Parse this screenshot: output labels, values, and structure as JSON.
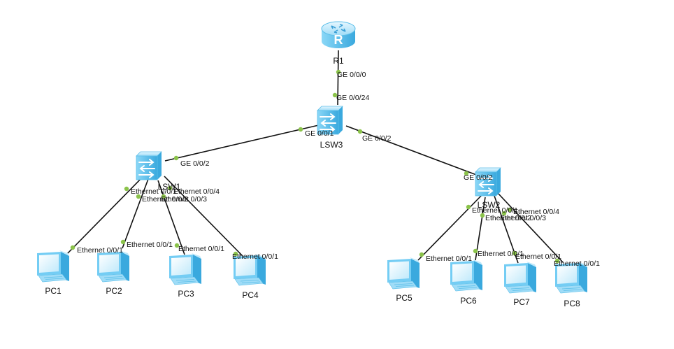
{
  "devices": [
    {
      "id": "R1",
      "label": "R1",
      "type": "router"
    },
    {
      "id": "LSW3",
      "label": "LSW3",
      "type": "switch"
    },
    {
      "id": "LSW1",
      "label": "LSW1",
      "type": "switch"
    },
    {
      "id": "LSW2",
      "label": "LSW2",
      "type": "switch"
    },
    {
      "id": "PC1",
      "label": "PC1",
      "type": "pc"
    },
    {
      "id": "PC2",
      "label": "PC2",
      "type": "pc"
    },
    {
      "id": "PC3",
      "label": "PC3",
      "type": "pc"
    },
    {
      "id": "PC4",
      "label": "PC4",
      "type": "pc"
    },
    {
      "id": "PC5",
      "label": "PC5",
      "type": "pc"
    },
    {
      "id": "PC6",
      "label": "PC6",
      "type": "pc"
    },
    {
      "id": "PC7",
      "label": "PC7",
      "type": "pc"
    },
    {
      "id": "PC8",
      "label": "PC8",
      "type": "pc"
    }
  ],
  "links": [
    {
      "id": "r1-lsw3",
      "from": "R1",
      "to": "LSW3",
      "from_port": "GE 0/0/0",
      "to_port": "GE 0/0/24"
    },
    {
      "id": "lsw3-lsw1",
      "from": "LSW3",
      "to": "LSW1",
      "from_port": "GE 0/0/1",
      "to_port": "GE 0/0/2"
    },
    {
      "id": "lsw3-lsw2",
      "from": "LSW3",
      "to": "LSW2",
      "from_port": "GE 0/0/2",
      "to_port": "GE 0/0/2"
    },
    {
      "id": "lsw1-pc1",
      "from": "LSW1",
      "to": "PC1",
      "from_port": "Ethernet 0/0/1",
      "to_port": "Ethernet 0/0/1"
    },
    {
      "id": "lsw1-pc2",
      "from": "LSW1",
      "to": "PC2",
      "from_port": "Ethernet 0/0/2",
      "to_port": "Ethernet 0/0/1"
    },
    {
      "id": "lsw1-pc3",
      "from": "LSW1",
      "to": "PC3",
      "from_port": "Ethernet 0/0/3",
      "to_port": "Ethernet 0/0/1"
    },
    {
      "id": "lsw1-pc4",
      "from": "LSW1",
      "to": "PC4",
      "from_port": "Ethernet 0/0/4",
      "to_port": "Ethernet 0/0/1"
    },
    {
      "id": "lsw2-pc5",
      "from": "LSW2",
      "to": "PC5",
      "from_port": "Ethernet 0/0/1",
      "to_port": "Ethernet 0/0/1"
    },
    {
      "id": "lsw2-pc6",
      "from": "LSW2",
      "to": "PC6",
      "from_port": "Ethernet 0/0/2",
      "to_port": "Ethernet 0/0/1"
    },
    {
      "id": "lsw2-pc7",
      "from": "LSW2",
      "to": "PC7",
      "from_port": "Ethernet 0/0/3",
      "to_port": "Ethernet 0/0/1"
    },
    {
      "id": "lsw2-pc8",
      "from": "LSW2",
      "to": "PC8",
      "from_port": "Ethernet 0/0/4",
      "to_port": "Ethernet 0/0/1"
    }
  ],
  "colors": {
    "link": "#111111",
    "port_dot": "#8bc34a",
    "device_light": "#cfefff",
    "device_mid": "#74cdf4",
    "device_dark": "#2fa8e0"
  },
  "icons": {
    "router": "router-icon",
    "switch": "switch-icon",
    "pc": "pc-icon"
  }
}
